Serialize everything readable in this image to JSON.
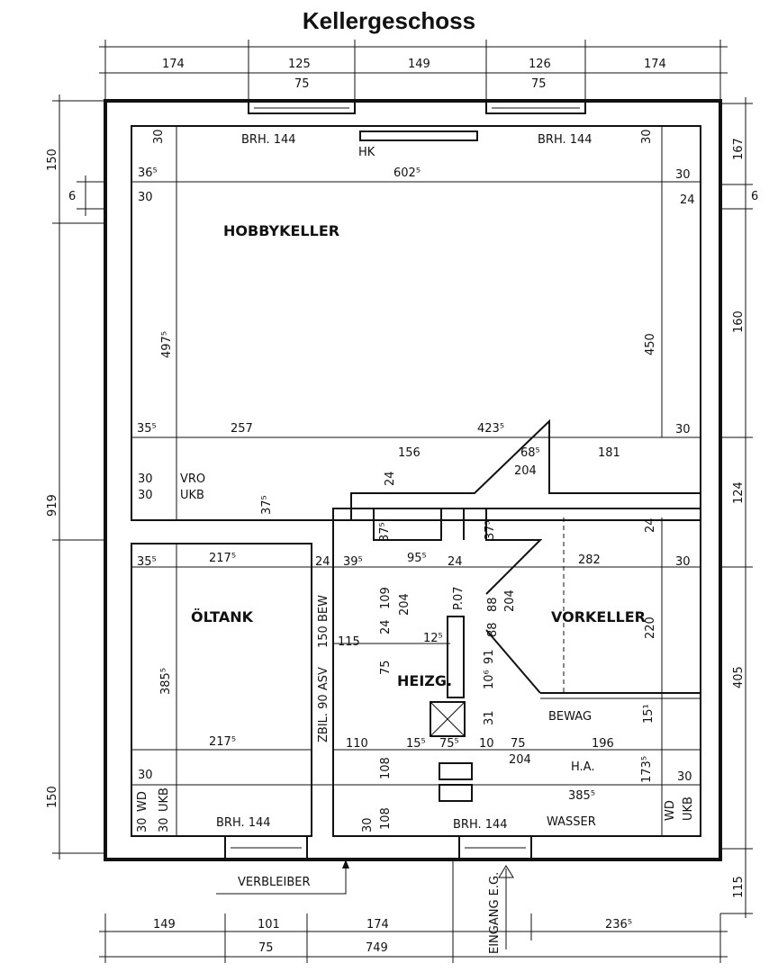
{
  "title": "Kellergeschoss",
  "rooms": {
    "hobbykeller": "HOBBYKELLER",
    "oeltank": "ÖLTANK",
    "heizung": "HEIZG.",
    "vorkeller": "VORKELLER",
    "bewag": "BEWAG",
    "ha": "H.A.",
    "wasser": "WASSER"
  },
  "labels": {
    "brh_top_left": "BRH. 144",
    "brh_top_right": "BRH. 144",
    "hk": "HK",
    "vro": "VRO",
    "ukb": "UKB",
    "bew": "150 BEW",
    "asv": "ZBIL. 90 ASV",
    "wd_left": "WD",
    "ukb_left": "UKB",
    "wd_right": "WD",
    "ukb_right": "UKB",
    "brh_bottom_left": "BRH. 144",
    "brh_bottom_mid": "BRH. 144",
    "verbleiber": "VERBLEIBER",
    "eingang": "EINGANG E.G."
  },
  "dims": {
    "top_174a": "174",
    "top_125": "125",
    "top_149": "149",
    "top_126": "126",
    "top_174b": "174",
    "top_75a": "75",
    "top_75b": "75",
    "left_150a": "150",
    "left_6": "6",
    "left_919": "919",
    "left_150b": "150",
    "right_167": "167",
    "right_6": "6",
    "right_160": "160",
    "right_124": "124",
    "right_405": "405",
    "right_115": "115",
    "bot_149": "149",
    "bot_101": "101",
    "bot_174": "174",
    "bot_75": "75",
    "bot_749": "749",
    "bot_236": "236⁵",
    "in_30a": "30",
    "in_30b": "30",
    "in_365": "36⁵",
    "in_6025": "602⁵",
    "in_30c": "30",
    "in_30d": "30",
    "in_24a": "24",
    "in_4975": "497⁵",
    "in_450": "450",
    "in_355a": "35⁵",
    "in_257": "257",
    "in_4235": "423⁵",
    "in_30e": "30",
    "in_156": "156",
    "in_685": "68⁵",
    "in_181": "181",
    "in_204a": "204",
    "in_30f": "30",
    "in_30g": "30",
    "in_24b": "24",
    "in_375a": "37⁵",
    "in_375b": "37⁵",
    "in_375c": "37⁵",
    "in_355b": "35⁵",
    "in_2175a": "217⁵",
    "in_24c": "24",
    "in_395": "39⁵",
    "in_955": "95⁵",
    "in_24d": "24",
    "in_282": "282",
    "in_30h": "30",
    "in_24e": "24",
    "in_109": "109",
    "in_204b": "204",
    "in_p07": "P.07",
    "in_88a": "88",
    "in_88b": "88",
    "in_204c": "204",
    "in_220": "220",
    "in_24f": "24",
    "in_115": "115",
    "in_125": "12⁵",
    "in_3855a": "385⁵",
    "in_75a": "75",
    "in_91": "91",
    "in_106": "10⁶",
    "in_31": "31",
    "in_15": "15¹",
    "in_2175b": "217⁵",
    "in_110": "110",
    "in_155": "15⁵",
    "in_755": "75⁵",
    "in_10": "10",
    "in_75b": "75",
    "in_196": "196",
    "in_204d": "204",
    "in_1735": "173⁵",
    "in_30i": "30",
    "in_108a": "108",
    "in_30j": "30",
    "in_3855b": "385⁵",
    "in_30k": "30",
    "in_108b": "108",
    "in_30l": "30",
    "in_30m": "30"
  }
}
